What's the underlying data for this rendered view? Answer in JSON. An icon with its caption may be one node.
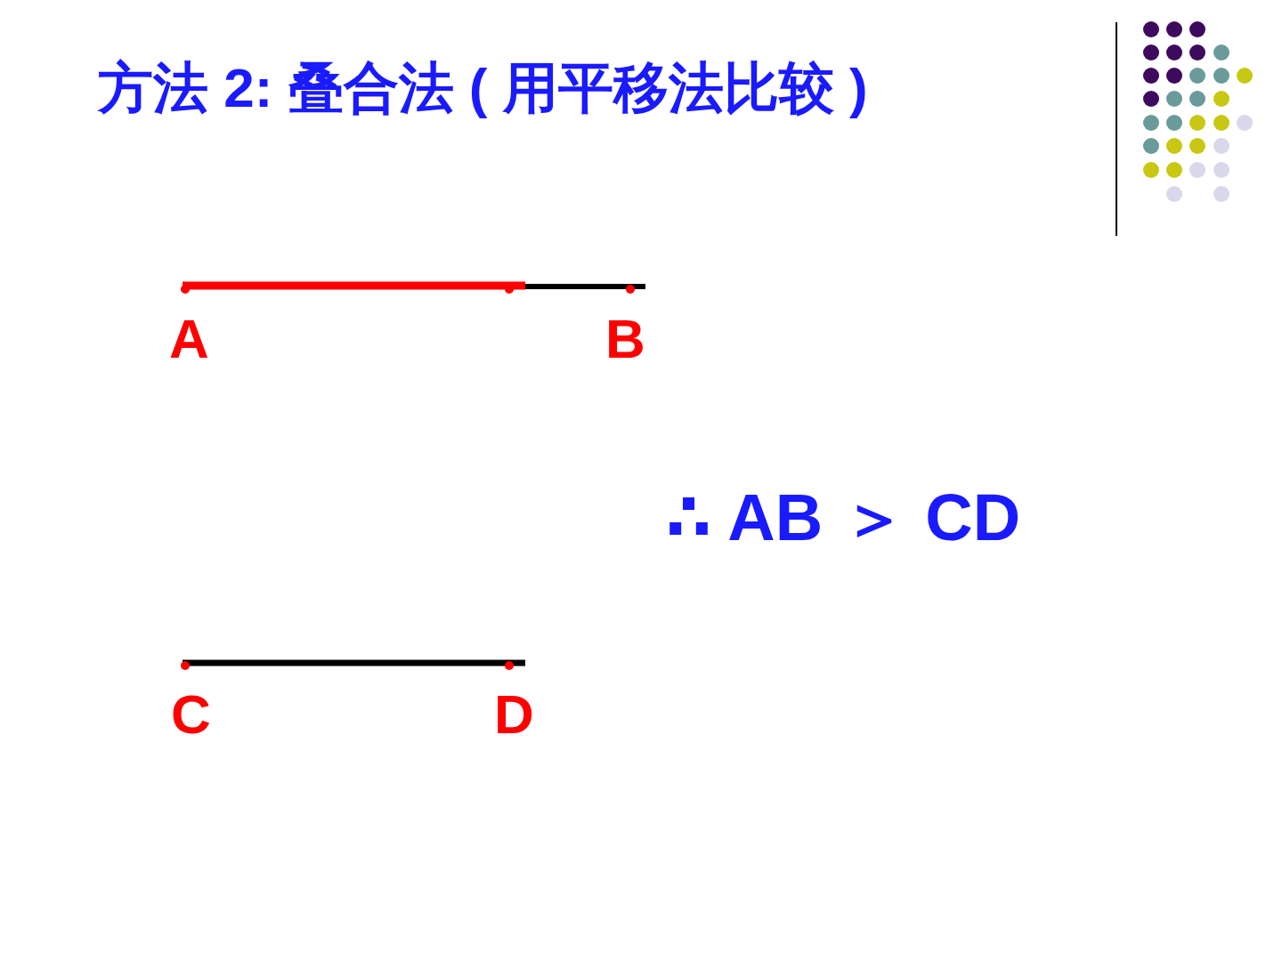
{
  "diagram": {
    "title": "方法 2: 叠合法 ( 用平移法比较 )",
    "labels": [
      "A",
      "B",
      "C",
      "D",
      "∴ AB ＞ CD"
    ]
  }
}
